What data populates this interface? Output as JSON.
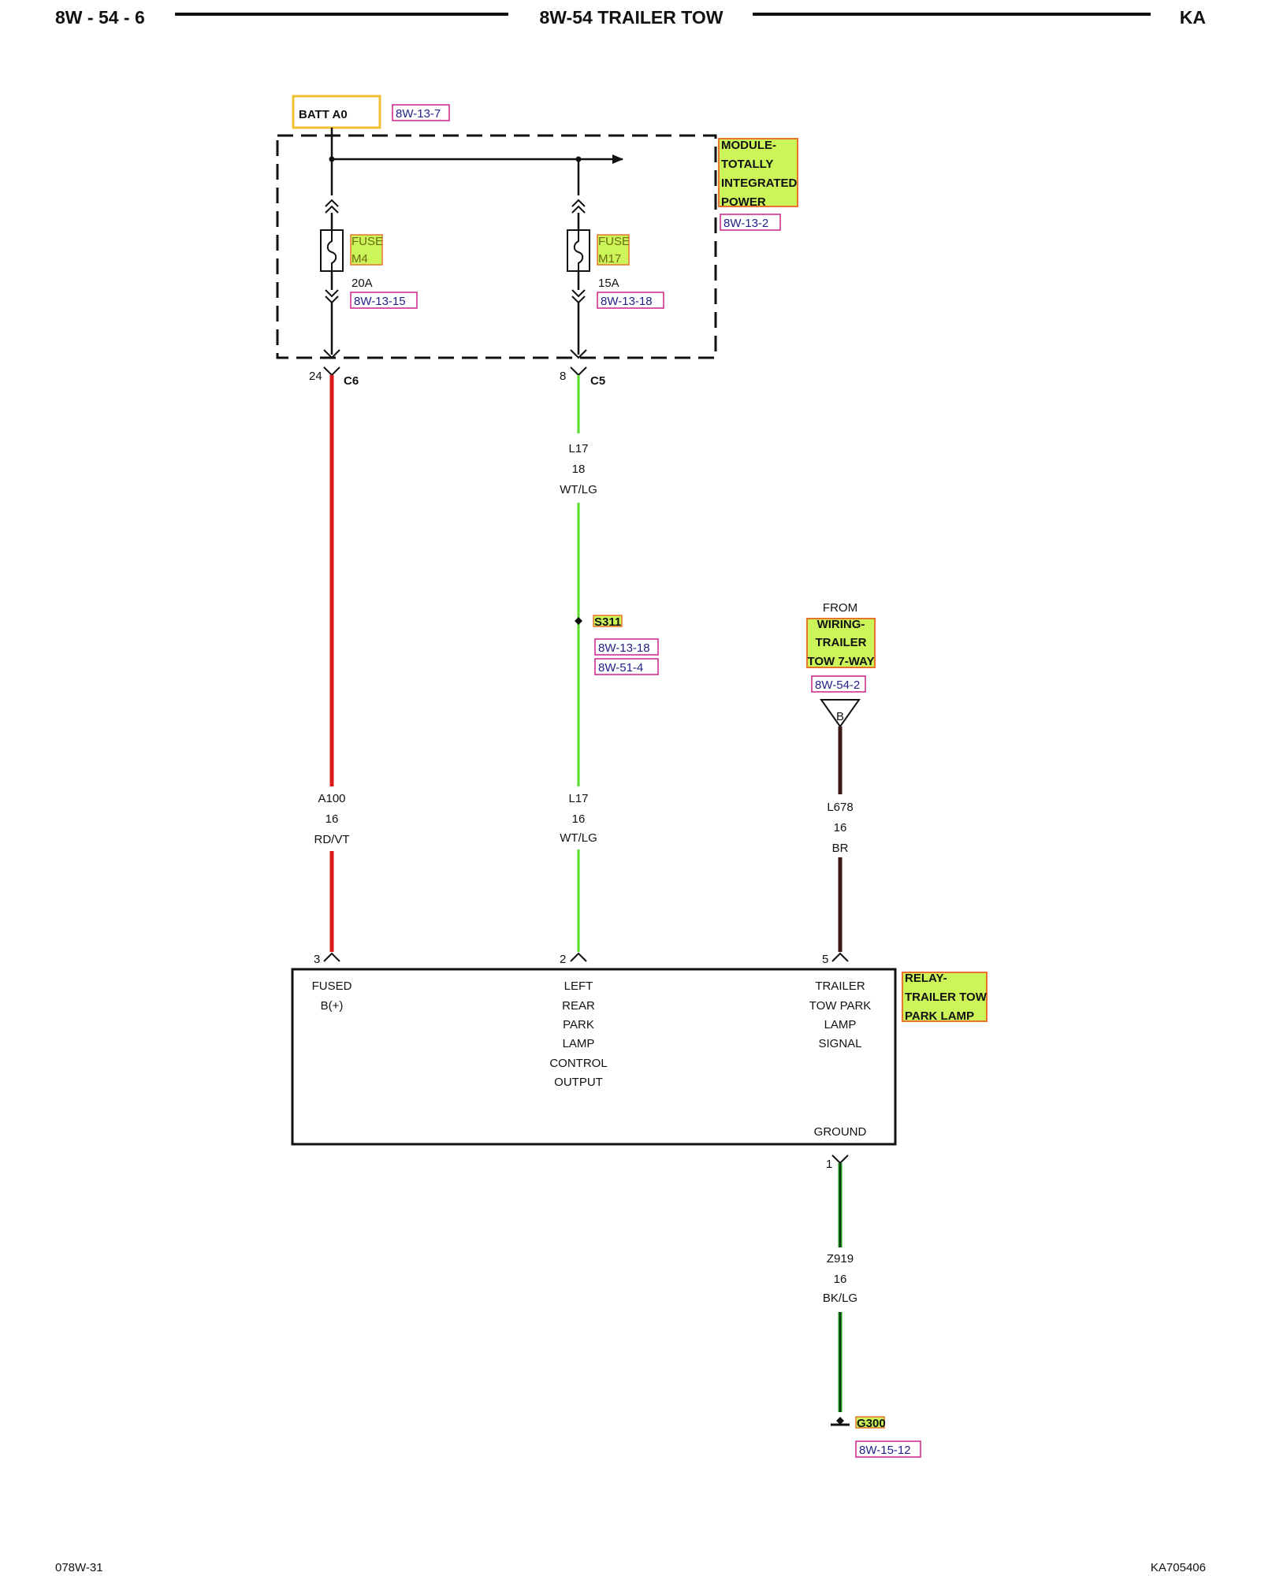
{
  "header": {
    "page_number": "8W - 54 - 6",
    "title": "8W-54 TRAILER TOW",
    "model": "KA"
  },
  "footer": {
    "left_code": "078W-31",
    "right_code": "KA705406"
  },
  "colors": {
    "red_wire": "#dd1a1a",
    "green_wire": "#55dd2a",
    "brown_wire": "#3a1a12",
    "ground_wire": "#1a9a1a",
    "highlight_green": "#ccf55a",
    "highlight_border": "#e8742a",
    "batt_border": "#f0c030",
    "ref_border": "#cc2288",
    "ref_text": "#22228a"
  },
  "source": {
    "name": "BATT A0",
    "ref": "8W-13-7"
  },
  "module": {
    "line1": "MODULE-",
    "line2": "TOTALLY",
    "line3": "INTEGRATED",
    "line4": "POWER",
    "ref": "8W-13-2"
  },
  "fuse_m4": {
    "line1": "FUSE",
    "line2": "M4",
    "rating": "20A",
    "ref": "8W-13-15"
  },
  "fuse_m17": {
    "line1": "FUSE",
    "line2": "M17",
    "rating": "15A",
    "ref": "8W-13-18"
  },
  "conn_c6": {
    "pin": "24",
    "name": "C6"
  },
  "conn_c5": {
    "pin": "8",
    "name": "C5"
  },
  "wire_l17_upper": {
    "circuit": "L17",
    "gauge": "18",
    "color": "WT/LG"
  },
  "splice": {
    "name": "S311",
    "ref1": "8W-13-18",
    "ref2": "8W-51-4"
  },
  "from_note": {
    "from": "FROM",
    "line1": "WIRING-",
    "line2": "TRAILER",
    "line3": "TOW 7-WAY",
    "ref": "8W-54-2",
    "connector_letter": "B"
  },
  "wire_a100": {
    "circuit": "A100",
    "gauge": "16",
    "color": "RD/VT"
  },
  "wire_l17_lower": {
    "circuit": "L17",
    "gauge": "16",
    "color": "WT/LG"
  },
  "wire_l678": {
    "circuit": "L678",
    "gauge": "16",
    "color": "BR"
  },
  "relay": {
    "pin_fused": "3",
    "pin_left": "2",
    "pin_trailer": "5",
    "pin_ground": "1",
    "fused_line1": "FUSED",
    "fused_line2": "B(+)",
    "left_line1": "LEFT",
    "left_line2": "REAR",
    "left_line3": "PARK",
    "left_line4": "LAMP",
    "left_line5": "CONTROL",
    "left_line6": "OUTPUT",
    "trailer_line1": "TRAILER",
    "trailer_line2": "TOW PARK",
    "trailer_line3": "LAMP",
    "trailer_line4": "SIGNAL",
    "ground_label": "GROUND",
    "name_line1": "RELAY-",
    "name_line2": "TRAILER TOW",
    "name_line3": "PARK LAMP"
  },
  "wire_z919": {
    "circuit": "Z919",
    "gauge": "16",
    "color": "BK/LG"
  },
  "ground_point": {
    "name": "G300",
    "ref": "8W-15-12"
  }
}
